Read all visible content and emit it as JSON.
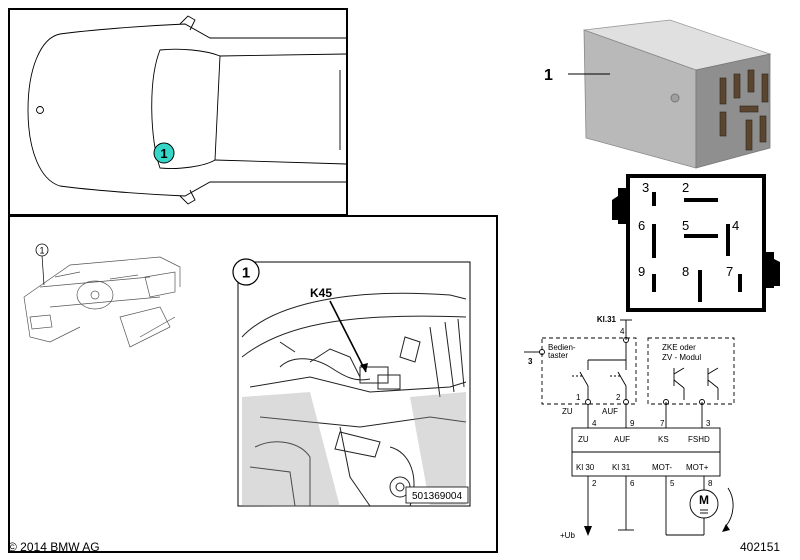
{
  "car_view": {
    "location_marker": "1"
  },
  "detail": {
    "marker": "1",
    "component_label": "K45",
    "photo_code": "501369004"
  },
  "dashboard_view": {
    "marker": "1"
  },
  "relay": {
    "callout": "1"
  },
  "pinout": {
    "pins": [
      "3",
      "2",
      "6",
      "5",
      "4",
      "9",
      "8",
      "7"
    ]
  },
  "schematic": {
    "ground_label": "Kl.31",
    "top_pin": "4",
    "input_pin": "3",
    "switch_label_line1": "Bedien-",
    "switch_label_line2": "taster",
    "module_label_line1": "ZKE   oder",
    "module_label_line2": "ZV  -  Modul",
    "switch_pins": [
      "1",
      "2"
    ],
    "switch_names": [
      "ZU",
      "AUF"
    ],
    "relay_inputs": [
      {
        "pin": "4",
        "name": "ZU"
      },
      {
        "pin": "9",
        "name": "AUF"
      },
      {
        "pin": "7",
        "name": "KS"
      },
      {
        "pin": "3",
        "name": "FSHD"
      }
    ],
    "relay_outputs": [
      {
        "name": "Kl 30",
        "pin": "2"
      },
      {
        "name": "Kl 31",
        "pin": "6"
      },
      {
        "name": "MOT-",
        "pin": "5"
      },
      {
        "name": "MOT+",
        "pin": "8"
      }
    ],
    "supply_label": "+Ub",
    "motor_label": "M"
  },
  "footer": {
    "copyright": "© 2014 BMW AG",
    "diagram_number": "402151"
  }
}
